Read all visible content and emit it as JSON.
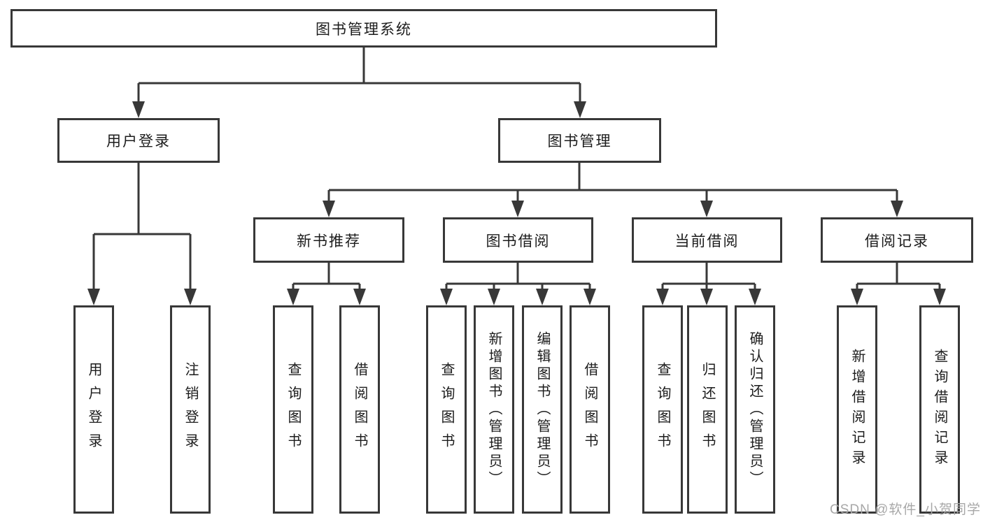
{
  "colors": {
    "line": "#383838",
    "text": "#1c1c1c",
    "watermark": "#a8a8a8",
    "background": "#ffffff"
  },
  "watermark": "CSDN @软件_小贺同学",
  "tree": {
    "root": {
      "label": "图书管理系统",
      "children": [
        {
          "label": "用户登录",
          "children": [
            {
              "label": "用户登录"
            },
            {
              "label": "注销登录"
            }
          ]
        },
        {
          "label": "图书管理",
          "children": [
            {
              "label": "新书推荐",
              "children": [
                {
                  "label": "查询图书"
                },
                {
                  "label": "借阅图书"
                }
              ]
            },
            {
              "label": "图书借阅",
              "children": [
                {
                  "label": "查询图书"
                },
                {
                  "label": "新增图书（管理员）"
                },
                {
                  "label": "编辑图书（管理员）"
                },
                {
                  "label": "借阅图书"
                }
              ]
            },
            {
              "label": "当前借阅",
              "children": [
                {
                  "label": "查询图书"
                },
                {
                  "label": "归还图书"
                },
                {
                  "label": "确认归还（管理员）"
                }
              ]
            },
            {
              "label": "借阅记录",
              "children": [
                {
                  "label": "新增借阅记录"
                },
                {
                  "label": "查询借阅记录"
                }
              ]
            }
          ]
        }
      ]
    }
  }
}
